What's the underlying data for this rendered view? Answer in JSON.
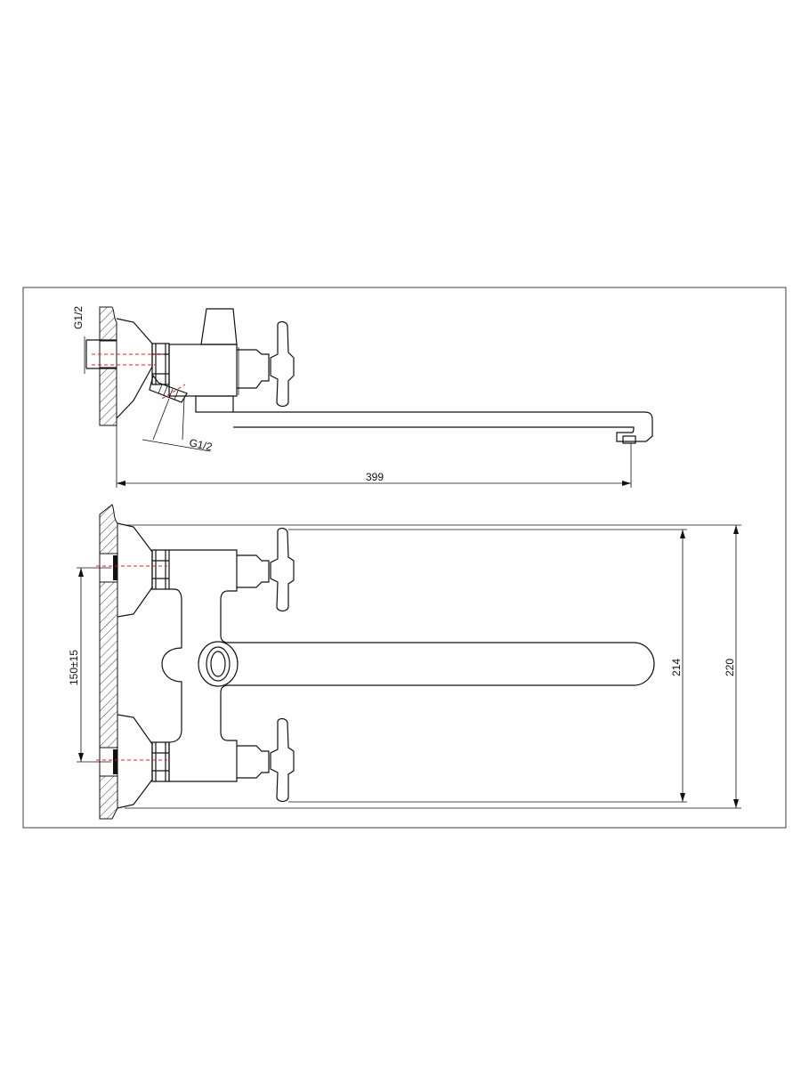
{
  "dimensions": {
    "overall_length": "399",
    "inlet_spacing": "150±15",
    "spout_width": "214",
    "overall_width": "220",
    "thread_inlet": "G1/2",
    "thread_outlet": "G1/2"
  },
  "colors": {
    "line": "#111111",
    "centerline": "#e0201c",
    "background": "#ffffff"
  }
}
